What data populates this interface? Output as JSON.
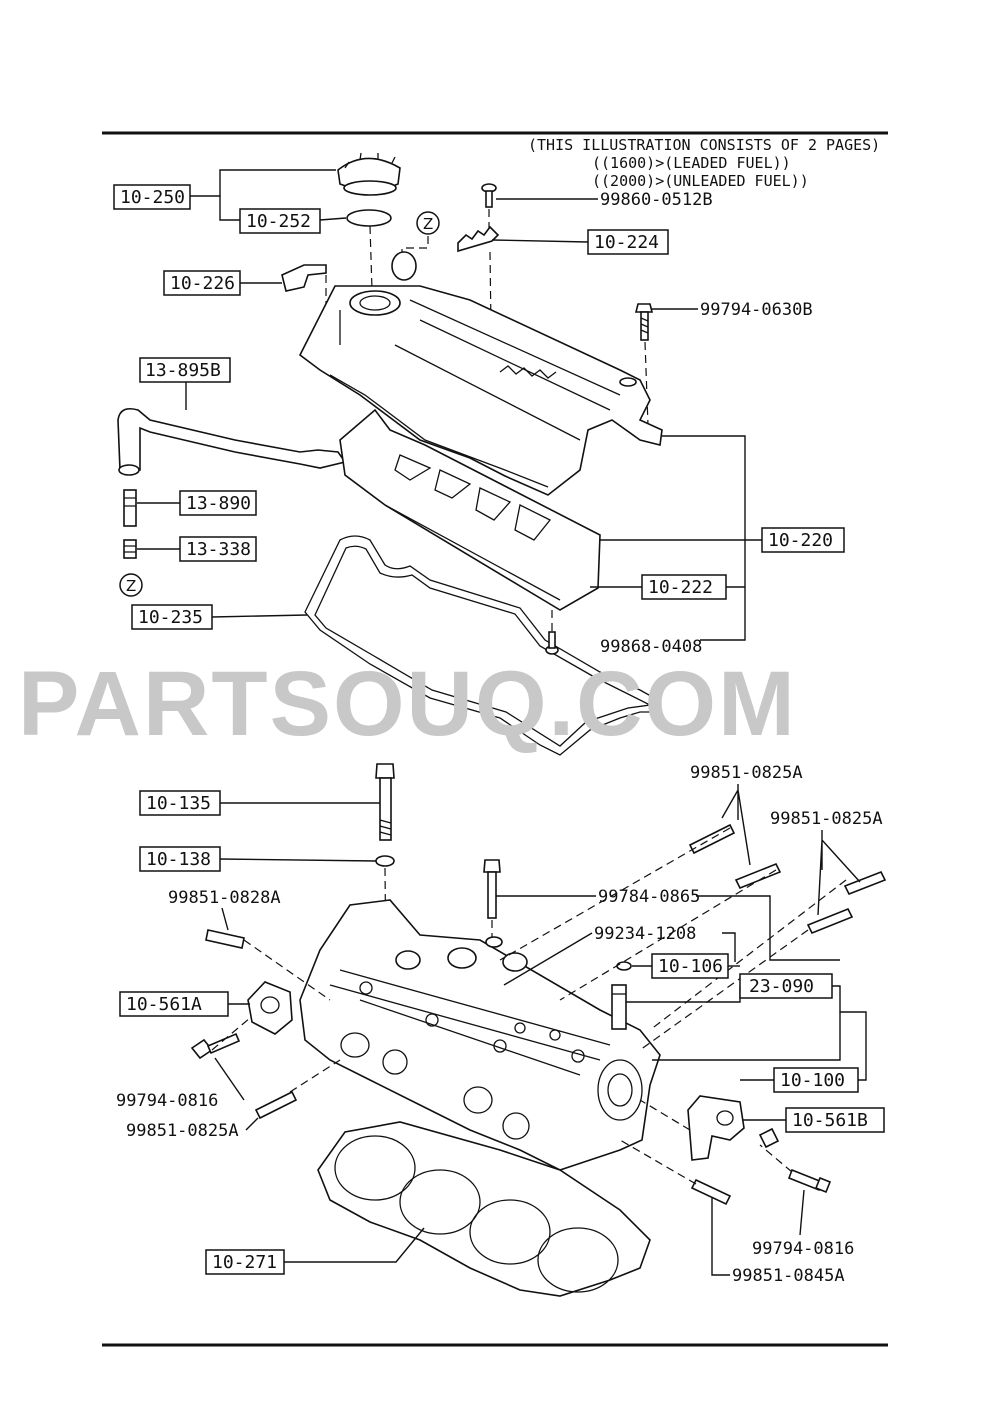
{
  "header_note": {
    "line1": "(THIS ILLUSTRATION CONSISTS OF  2 PAGES)",
    "line2": "((1600)>(LEADED FUEL))",
    "line3": "((2000)>(UNLEADED FUEL))"
  },
  "watermark": "PARTSOUQ.COM",
  "callouts": {
    "c10_250": "10-250",
    "c10_252": "10-252",
    "c10_226": "10-226",
    "c10_224": "10-224",
    "c13_895B": "13-895B",
    "c13_890": "13-890",
    "c13_338": "13-338",
    "c10_235": "10-235",
    "c10_220": "10-220",
    "c10_222": "10-222",
    "c10_135": "10-135",
    "c10_138": "10-138",
    "c10_561A": "10-561A",
    "c10_106": "10-106",
    "c23_090": "23-090",
    "c10_100": "10-100",
    "c10_561B": "10-561B",
    "c10_271": "10-271"
  },
  "part_numbers": {
    "p99860_0512B": "99860-0512B",
    "p99794_0630B": "99794-0630B",
    "p99868_0408": "99868-0408",
    "p99851_0825A_top": "99851-0825A",
    "p99851_0825A_right": "99851-0825A",
    "p99851_0828A": "99851-0828A",
    "p99784_0865": "99784-0865",
    "p99234_1208": "99234-1208",
    "p99794_0816_left": "99794-0816",
    "p99851_0825A_left": "99851-0825A",
    "p99794_0816_right": "99794-0816",
    "p99851_0845A": "99851-0845A"
  },
  "markers": {
    "z_top": "Z",
    "z_left": "Z"
  },
  "icons": [
    "oil-filler-cap-icon",
    "cylinder-head-cover-icon",
    "head-gasket-icon",
    "cylinder-head-icon"
  ]
}
